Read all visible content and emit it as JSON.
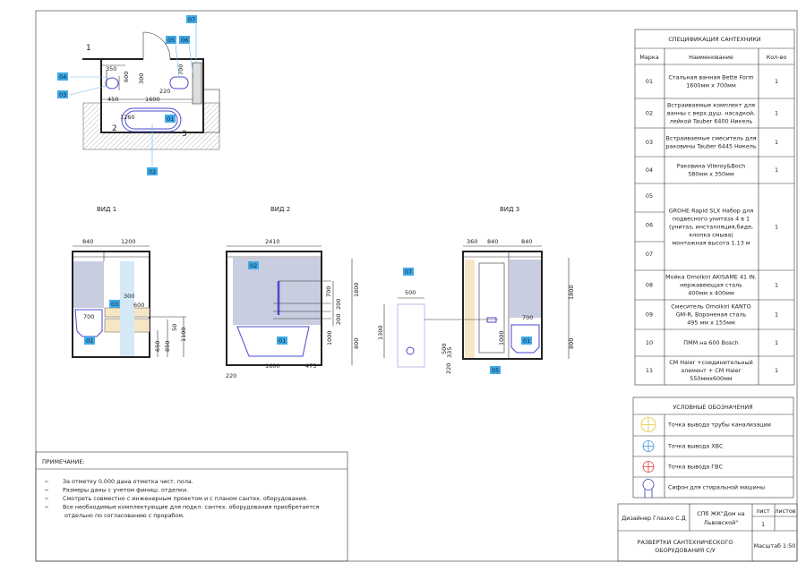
{
  "plan": {
    "markers": [
      "1",
      "2",
      "3"
    ],
    "dims": [
      "350",
      "600",
      "300",
      "700",
      "220",
      "450",
      "1600",
      "1260"
    ],
    "labels": {
      "l04": "04",
      "l03": "03",
      "l05": "05",
      "l06": "06",
      "l07": "07",
      "l01": "01",
      "l02": "02"
    }
  },
  "view1": {
    "title": "ВИД 1",
    "dims": [
      "840",
      "1200",
      "300",
      "600",
      "700",
      "50",
      "650",
      "850",
      "1100"
    ],
    "labels": [
      "03",
      "01"
    ]
  },
  "view2": {
    "title": "ВИД 2",
    "dims": [
      "2410",
      "700",
      "200",
      "200",
      "1800",
      "1000",
      "800",
      "1600",
      "475",
      "220"
    ],
    "labels": [
      "02",
      "01"
    ]
  },
  "view3": {
    "title": "ВИД 3",
    "dims": [
      "360",
      "840",
      "840",
      "500",
      "1300",
      "1800",
      "700",
      "1000",
      "800",
      "500",
      "335",
      "220"
    ],
    "labels": [
      "07",
      "01",
      "05"
    ]
  },
  "spec": {
    "title": "СПЕЦИФИКАЦИЯ САНТЕХНИКИ",
    "headers": [
      "Марка",
      "Наименование",
      "Кол-во"
    ],
    "rows": [
      {
        "mark": "01",
        "name": [
          "Стальная ванная Bette Form",
          "1600мм х 700мм"
        ],
        "qty": "1"
      },
      {
        "mark": "02",
        "name": [
          "Встраиваемые комплект для",
          "ванны с верх.душ. насадкой,",
          "лейкой  Tauber  6400 Никель"
        ],
        "qty": "1"
      },
      {
        "mark": "03",
        "name": [
          "Встраиваемые смеситель для",
          "раковины Tauber  6445 Никель"
        ],
        "qty": "1"
      },
      {
        "mark": "04",
        "name": [
          "Раковина ViIeroy&Boch",
          "580мм х 350мм"
        ],
        "qty": "1"
      },
      {
        "marks": [
          "05",
          "06",
          "07"
        ],
        "name": [
          "GROHE Rapid SLX Набор для",
          "подвесного унитаза 4 в 1",
          "(унитаз, инсталляция,биде,",
          "кнопка смыва)",
          "монтажная высота 1.13 м"
        ],
        "qty": "1"
      },
      {
        "mark": "08",
        "name": [
          "Мойка Omoikiri AKISAME 41 IN.",
          "нержавеющая сталь",
          "400мм х 400мм"
        ],
        "qty": "1"
      },
      {
        "mark": "09",
        "name": [
          "Смеситель Omoikiri KANTO",
          "GM-R, Вороненая сталь",
          "495 мм х 155мм"
        ],
        "qty": "1"
      },
      {
        "mark": "10",
        "name": [
          "ПММ на 600 Bosch"
        ],
        "qty": "1"
      },
      {
        "mark": "11",
        "name": [
          "СМ Haier +соединительный",
          "элемент + СМ Haier",
          "550ммх600мм"
        ],
        "qty": "1"
      }
    ]
  },
  "legend": {
    "title": "УСЛОВНЫЕ ОБОЗНАЧЕНИЯ",
    "items": [
      {
        "icon": "sewer-outlet-icon",
        "label": "Точка вывода трубы канализации",
        "color": "#e8c53a"
      },
      {
        "icon": "cold-water-outlet-icon",
        "label": "Точка вывода ХВС",
        "color": "#3a8fd8"
      },
      {
        "icon": "hot-water-outlet-icon",
        "label": "Точка вывода ГВС",
        "color": "#d83a3a"
      },
      {
        "icon": "washer-siphon-icon",
        "label": "Сифон для стиральной машины",
        "color": "#3a3ab0"
      }
    ]
  },
  "notes": {
    "title": "ПРИМЕЧАНИЕ:",
    "items": [
      [
        "За отметку 0.000 дана отметка чист. пола."
      ],
      [
        "Размеры даны с учетом финиш. отделки."
      ],
      [
        "Смотреть совместно с инженерным проектом и с планом сантех. оборудования."
      ],
      [
        "Все необходимые комплектующие для подкл. сантех. оборудования приобретается",
        "отдельно по согласованию с прорабом."
      ]
    ]
  },
  "stamp": {
    "designer": "Дизайнер Глазко С.Д",
    "project": [
      "СПб ЖК\"Дом на",
      "Львовской\""
    ],
    "sheet_label": "лист",
    "sheets_label": "листов",
    "sheet": "1",
    "title": [
      "РАЗВЕРТКИ САНТЕХНИЧЕСКОГО",
      "ОБОРУДОВАНИЯ С/У"
    ],
    "scale": "Масштаб 1:50"
  }
}
